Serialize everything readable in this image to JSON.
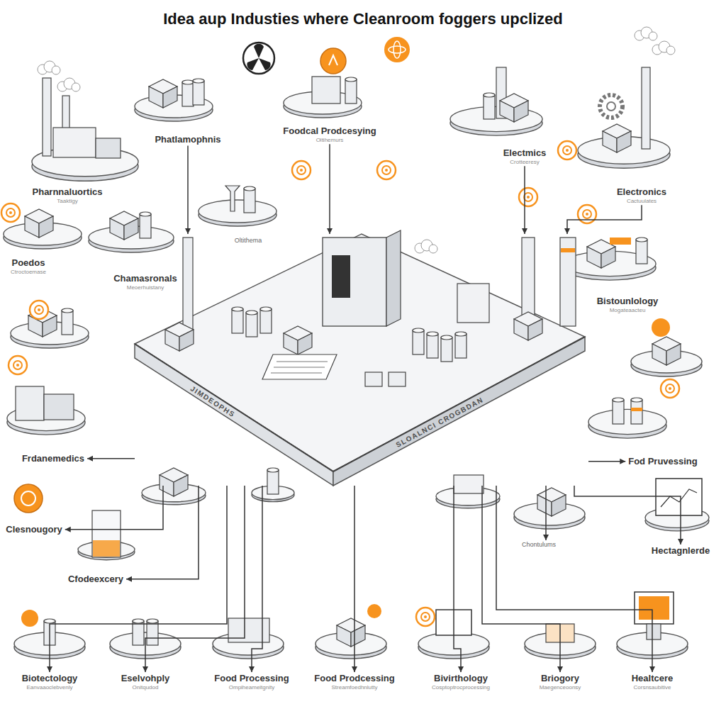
{
  "diagram": {
    "title": "Idea aup Industies where Cleanroom foggers upclized",
    "nodes": [
      {
        "text": [
          "Phatlamophnis"
        ]
      },
      {
        "text": [
          "Foodcal Prodcesying",
          "Oltihemurs"
        ]
      },
      {
        "text": [
          "Electmics",
          "Crotteeresy"
        ]
      },
      {
        "text": [
          "Pharnnaluortics",
          "Taaktigy"
        ]
      },
      {
        "text": [
          "Electronics",
          "Cactuulates"
        ]
      },
      {
        "text": [
          "Oltithema"
        ]
      },
      {
        "text": [
          "Poedos",
          "Ctroctoemase"
        ]
      },
      {
        "text": [
          "Chamasronals",
          "Meoerhuistany"
        ]
      },
      {
        "text": [
          "Bistounlology",
          "Mogateaacteu"
        ]
      },
      {
        "text": [
          "JIMDEOPHS",
          "SLOALNCI CROGBDAN"
        ]
      },
      {
        "text": [
          "Frdanemedics"
        ]
      },
      {
        "text": [
          "Fod Pruvessing"
        ]
      },
      {
        "text": [
          "Clesnougory"
        ]
      },
      {
        "text": [
          "Chontulums"
        ]
      },
      {
        "text": [
          "Hectagnlerde"
        ]
      },
      {
        "text": [
          "Cfodeexcery"
        ]
      },
      {
        "text": [
          "Biotectology",
          "Eanvaaoclebvenly"
        ]
      },
      {
        "text": [
          "Eselvohply",
          "Onitqudod"
        ]
      },
      {
        "text": [
          "Food Processing",
          "Ompiheameitgnity"
        ]
      },
      {
        "text": [
          "Food Prodcessing",
          "Streamfoedhnlutty"
        ]
      },
      {
        "text": [
          "Bivirthology",
          "Cosptoptrocprocessing"
        ]
      },
      {
        "text": [
          "Briogory",
          "Maegenceoonsy"
        ]
      },
      {
        "text": [
          "Healtcere",
          "Corsnsaubitive"
        ]
      }
    ],
    "edges": [
      {
        "from": 0,
        "to": 9,
        "arrow": "to"
      },
      {
        "from": 1,
        "to": 9,
        "arrow": "to"
      },
      {
        "from": 2,
        "to": 9,
        "arrow": "to"
      },
      {
        "from": 4,
        "to": 9,
        "arrow": "to"
      },
      {
        "from": 9,
        "to": 10,
        "arrow": "to"
      },
      {
        "from": 9,
        "to": 11,
        "arrow": "to"
      },
      {
        "from": 9,
        "to": 12,
        "arrow": "to"
      },
      {
        "from": 9,
        "to": 13,
        "arrow": "to"
      },
      {
        "from": 9,
        "to": 14,
        "arrow": "to"
      },
      {
        "from": 9,
        "to": 15,
        "arrow": "to"
      },
      {
        "from": 9,
        "to": 16,
        "arrow": "to"
      },
      {
        "from": 9,
        "to": 17,
        "arrow": "to"
      },
      {
        "from": 9,
        "to": 18,
        "arrow": "to"
      },
      {
        "from": 9,
        "to": 19,
        "arrow": "to"
      },
      {
        "from": 9,
        "to": 20,
        "arrow": "to"
      },
      {
        "from": 9,
        "to": 21,
        "arrow": "to"
      },
      {
        "from": 9,
        "to": 22,
        "arrow": "to"
      }
    ]
  }
}
